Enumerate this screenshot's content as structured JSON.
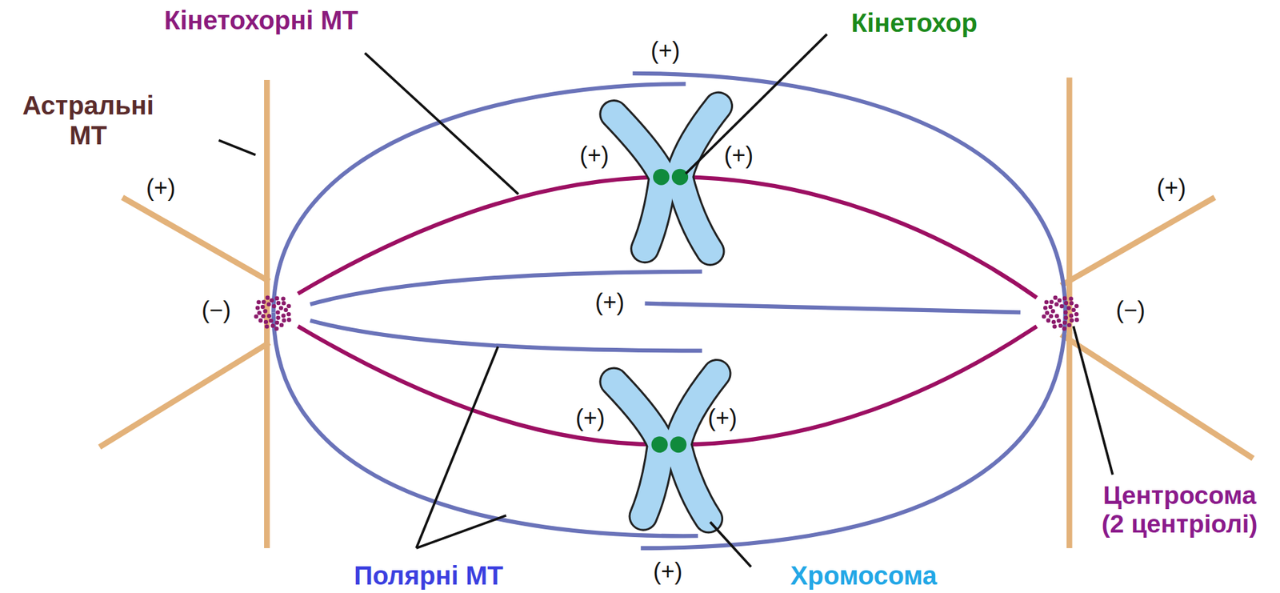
{
  "diagram": {
    "labels": [
      "Кінетохорні МТ",
      "Кінетохор",
      "(+)",
      "Астральні МТ",
      "(+)",
      "(+)",
      "(+)",
      "(+)",
      "(−)",
      "(+)",
      "(−)",
      "(+)",
      "(+)",
      "Центросома (2 центріолі)",
      "Полярні МТ",
      "(+)",
      "Хромосома"
    ]
  }
}
